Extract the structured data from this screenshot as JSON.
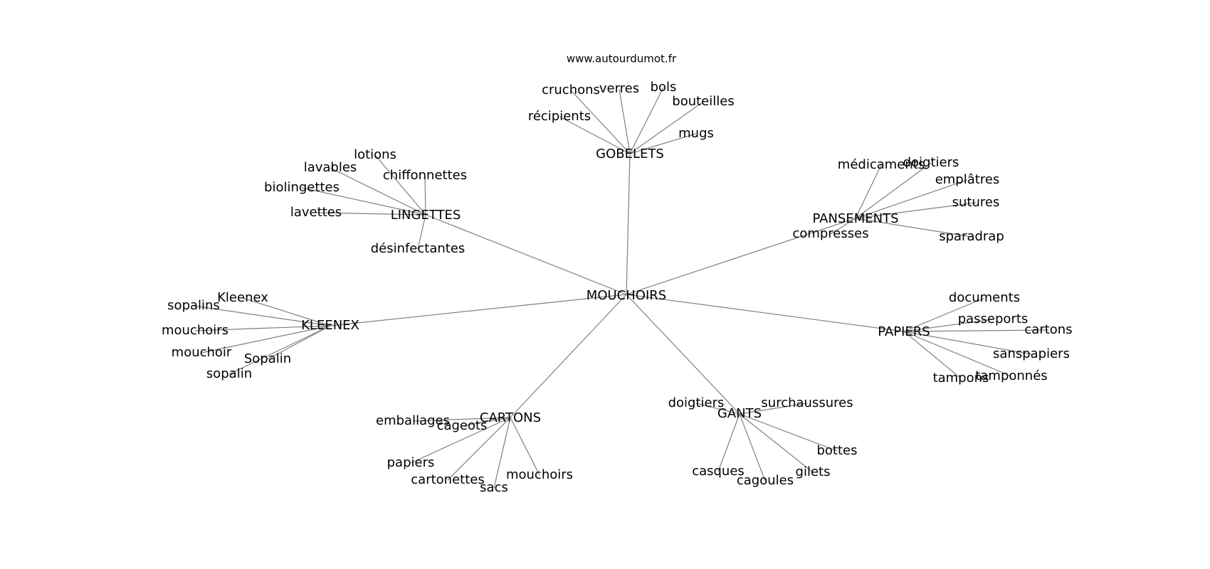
{
  "source": "www.autourdumot.fr",
  "root": "MOUCHOIRS",
  "groups": [
    {
      "id": "gobelets",
      "label": "GOBELETS",
      "children": [
        "cruchons",
        "verres",
        "bols",
        "bouteilles",
        "récipients",
        "mugs"
      ]
    },
    {
      "id": "lingettes",
      "label": "LINGETTES",
      "children": [
        "lotions",
        "lavables",
        "chiffonnettes",
        "biolingettes",
        "lavettes",
        "désinfectantes"
      ]
    },
    {
      "id": "pansements",
      "label": "PANSEMENTS",
      "children": [
        "médicaments",
        "doigtiers",
        "emplâtres",
        "sutures",
        "compresses",
        "sparadrap"
      ]
    },
    {
      "id": "kleenex",
      "label": "KLEENEX",
      "children": [
        "Kleenex",
        "sopalins",
        "mouchoirs",
        "mouchoir",
        "Sopalin",
        "sopalin"
      ]
    },
    {
      "id": "papiers",
      "label": "PAPIERS",
      "children": [
        "documents",
        "passeports",
        "cartons",
        "sanspapiers",
        "tamponnés",
        "tampons"
      ]
    },
    {
      "id": "cartons",
      "label": "CARTONS",
      "children": [
        "emballages",
        "cageots",
        "papiers",
        "cartonettes",
        "sacs",
        "mouchoirs"
      ]
    },
    {
      "id": "gants",
      "label": "GANTS",
      "children": [
        "doigtiers",
        "surchaussures",
        "bottes",
        "gilets",
        "cagoules",
        "casques"
      ]
    }
  ]
}
